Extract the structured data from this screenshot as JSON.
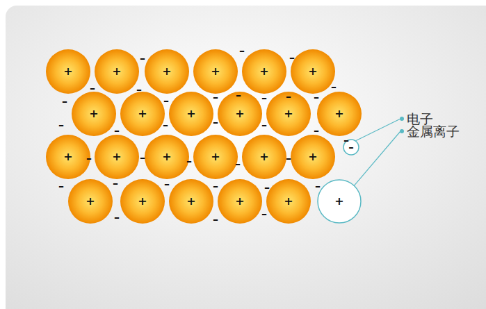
{
  "diagram": {
    "nodes": [
      {
        "text": [
          "+"
        ]
      },
      {
        "text": [
          "+"
        ]
      },
      {
        "text": [
          "+"
        ]
      },
      {
        "text": [
          "+"
        ]
      },
      {
        "text": [
          "+"
        ]
      },
      {
        "text": [
          "+"
        ]
      },
      {
        "text": [
          "+"
        ]
      },
      {
        "text": [
          "+"
        ]
      },
      {
        "text": [
          "+"
        ]
      },
      {
        "text": [
          "+"
        ]
      },
      {
        "text": [
          "+"
        ]
      },
      {
        "text": [
          "+"
        ]
      },
      {
        "text": [
          "+"
        ]
      },
      {
        "text": [
          "+"
        ]
      },
      {
        "text": [
          "+"
        ]
      },
      {
        "text": [
          "+"
        ]
      },
      {
        "text": [
          "+"
        ]
      },
      {
        "text": [
          "+"
        ]
      },
      {
        "text": [
          "–"
        ]
      },
      {
        "text": [
          "+"
        ]
      },
      {
        "text": [
          "+"
        ]
      },
      {
        "text": [
          "+"
        ]
      },
      {
        "text": [
          "+"
        ]
      },
      {
        "text": [
          "+"
        ]
      },
      {
        "text": [
          "+"
        ]
      }
    ],
    "labels": [
      "–",
      "–",
      "–",
      "–",
      "–",
      "–",
      "–",
      "–",
      "–",
      "–",
      "–",
      "–",
      "–",
      "–",
      "–",
      "–",
      "–",
      "–",
      "–",
      "–",
      "–",
      "–",
      "–",
      "–",
      "–",
      "–",
      "–",
      "–",
      "–",
      "–",
      "–",
      "–",
      "–",
      "–",
      "电子",
      "金属离子"
    ]
  }
}
